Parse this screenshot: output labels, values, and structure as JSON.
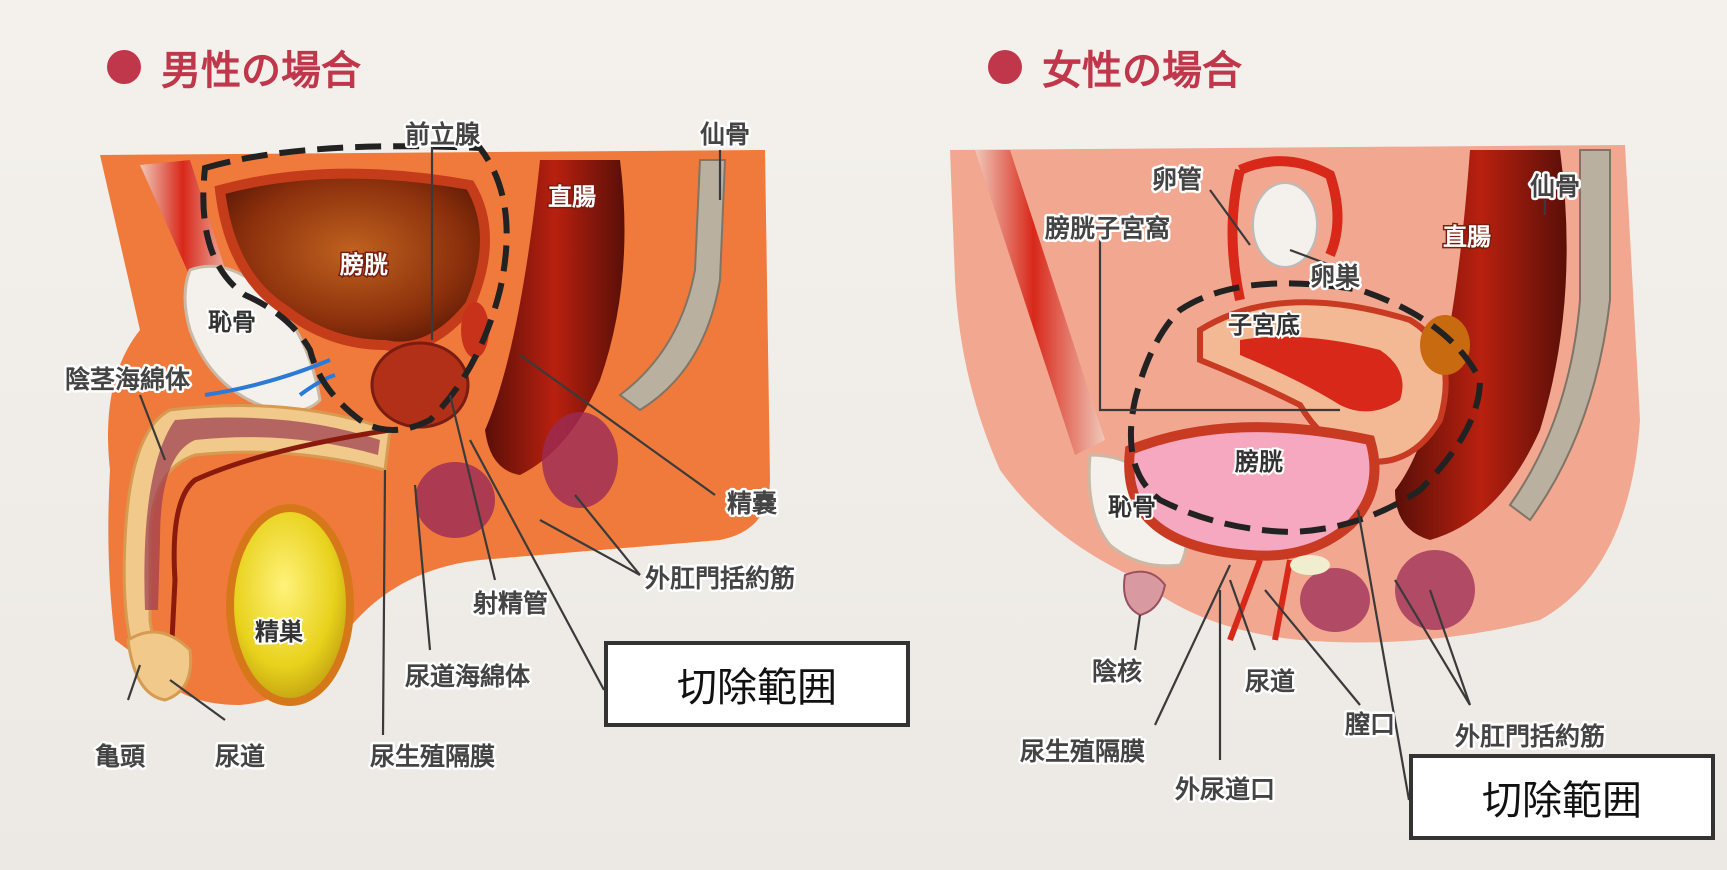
{
  "male": {
    "title": "男性の場合",
    "labels": {
      "prostate": "前立腺",
      "sacrum": "仙骨",
      "rectum": "直腸",
      "bladder": "膀胱",
      "pubic_bone": "恥骨",
      "corpus_spongiosum_penis": "陰茎海綿体",
      "seminal_vesicle": "精嚢",
      "external_anal_sphincter": "外肛門括約筋",
      "ejaculatory_duct": "射精管",
      "testis": "精巣",
      "urethral_spongiosum": "尿道海綿体",
      "glans": "亀頭",
      "urethra": "尿道",
      "urogenital_diaphragm": "尿生殖隔膜"
    },
    "excision_label": "切除範囲"
  },
  "female": {
    "title": "女性の場合",
    "labels": {
      "fallopian_tube": "卵管",
      "vesicouterine_pouch": "膀胱子宮窩",
      "ovary": "卵巣",
      "rectum": "直腸",
      "sacrum": "仙骨",
      "uterine_fundus": "子宮底",
      "bladder": "膀胱",
      "pubic_bone": "恥骨",
      "clitoris": "陰核",
      "urethra": "尿道",
      "vaginal_opening": "膣口",
      "external_anal_sphincter": "外肛門括約筋",
      "urogenital_diaphragm": "尿生殖隔膜",
      "external_urethral_orifice": "外尿道口"
    },
    "excision_label": "切除範囲"
  },
  "colors": {
    "accent": "#c0364a",
    "tissue_orange": "#f07a3c",
    "tissue_pink": "#f2a890",
    "muscle_red": "#b8200f",
    "bone": "#f2efe9"
  }
}
